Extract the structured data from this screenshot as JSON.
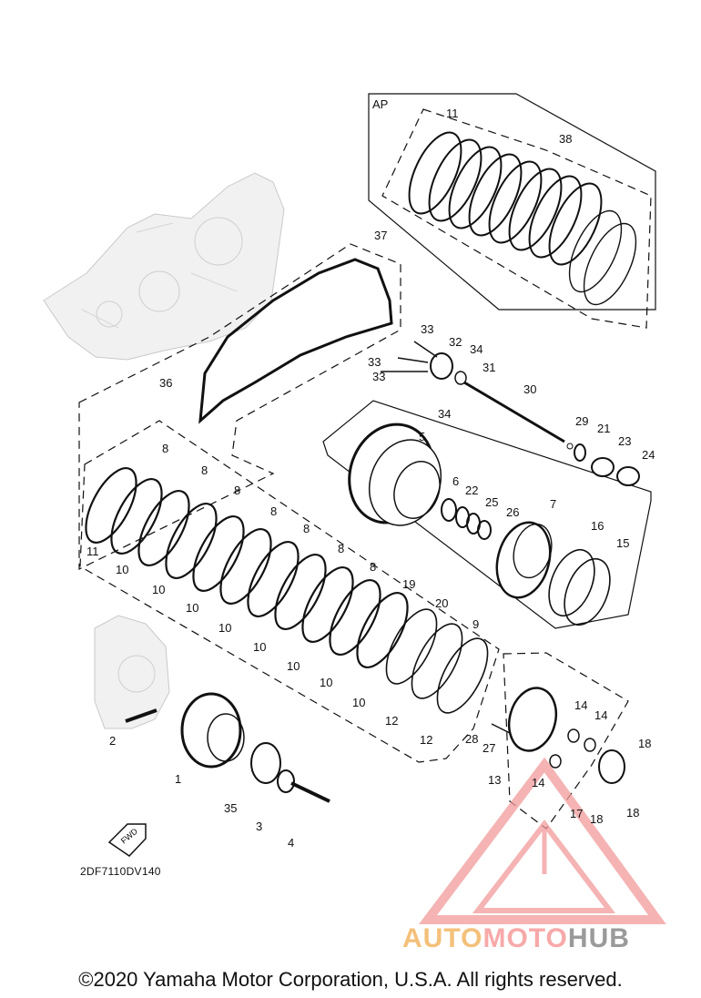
{
  "diagram": {
    "box_label": "AP",
    "drawing_code": "2DF7110DV140",
    "fwd_label": "FWD",
    "copyright": "©2020 Yamaha Motor Corporation, U.S.A. All rights reserved.",
    "watermark": {
      "part1": "AUTO",
      "part2": "MOTO",
      "part3": "HUB",
      "colors": [
        "#f4c07a",
        "#f7a9a9",
        "#9a9a9a"
      ]
    },
    "callouts": [
      "1",
      "2",
      "3",
      "4",
      "5",
      "6",
      "7",
      "8",
      "9",
      "10",
      "11",
      "12",
      "13",
      "14",
      "15",
      "16",
      "17",
      "18",
      "19",
      "20",
      "21",
      "22",
      "23",
      "24",
      "25",
      "26",
      "27",
      "28",
      "29",
      "30",
      "31",
      "32",
      "33",
      "34",
      "35",
      "36",
      "37",
      "38"
    ]
  }
}
